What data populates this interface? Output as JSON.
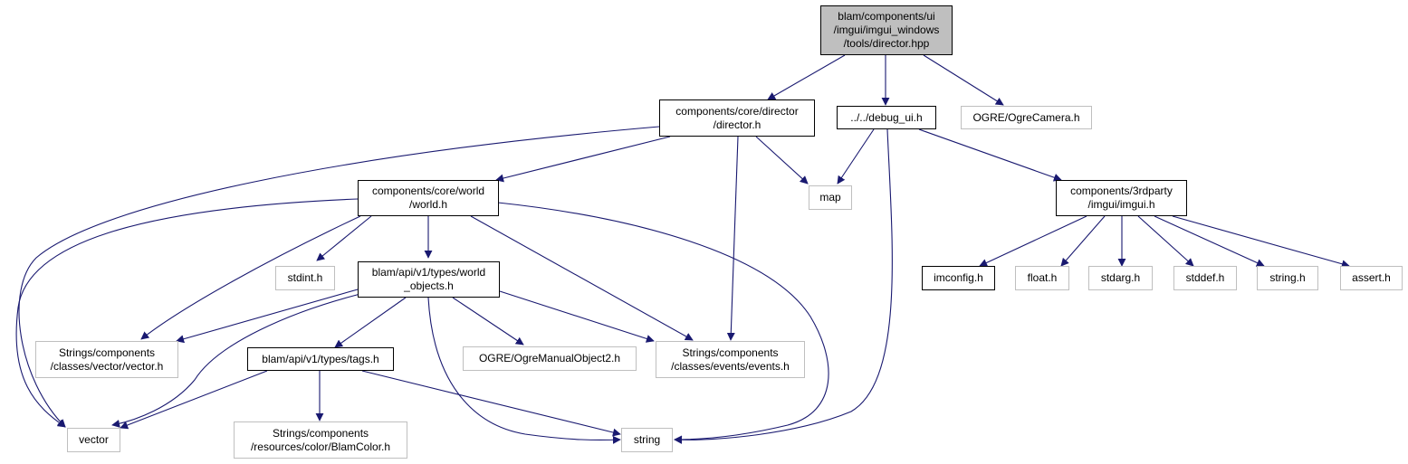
{
  "nodes": {
    "root": [
      "blam/components/ui",
      "/imgui/imgui_windows",
      "/tools/director.hpp"
    ],
    "director": [
      "components/core/director",
      "/director.h"
    ],
    "debug_ui": [
      "../../debug_ui.h"
    ],
    "ogrecamera": [
      "OGRE/OgreCamera.h"
    ],
    "world": [
      "components/core/world",
      "/world.h"
    ],
    "map": [
      "map"
    ],
    "imgui": [
      "components/3rdparty",
      "/imgui/imgui.h"
    ],
    "stdint": [
      "stdint.h"
    ],
    "world_objects": [
      "blam/api/v1/types/world",
      "_objects.h"
    ],
    "imconfig": [
      "imconfig.h"
    ],
    "float": [
      "float.h"
    ],
    "stdarg": [
      "stdarg.h"
    ],
    "stddef": [
      "stddef.h"
    ],
    "string_h": [
      "string.h"
    ],
    "assert": [
      "assert.h"
    ],
    "vector_h": [
      "Strings/components",
      "/classes/vector/vector.h"
    ],
    "tags": [
      "blam/api/v1/types/tags.h"
    ],
    "ogremanual": [
      "OGRE/OgreManualObject2.h"
    ],
    "events": [
      "Strings/components",
      "/classes/events/events.h"
    ],
    "vector": [
      "vector"
    ],
    "blamcolor": [
      "Strings/components",
      "/resources/color/BlamColor.h"
    ],
    "string": [
      "string"
    ]
  },
  "colors": {
    "edge": "#191970",
    "doc_border": "#000000",
    "ext_border": "#bfbfbf",
    "root_fill": "#bfbfbf"
  }
}
